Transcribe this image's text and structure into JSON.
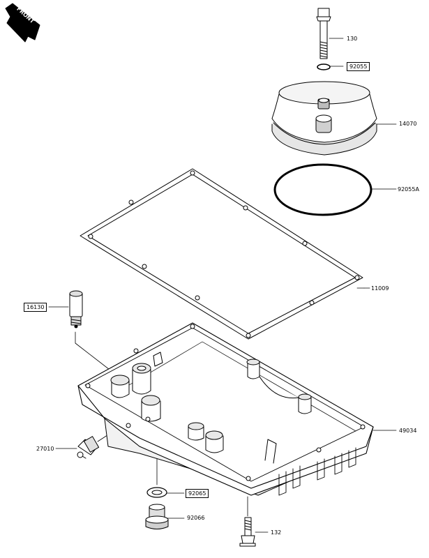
{
  "front_arrow": {
    "text": "FRONT",
    "icon": "front-direction-arrow-icon"
  },
  "parts": {
    "p130": {
      "label": "130"
    },
    "p92055": {
      "label": "92055"
    },
    "p14070": {
      "label": "14070"
    },
    "p92055A": {
      "label": "92055A"
    },
    "p11009": {
      "label": "11009"
    },
    "p16130": {
      "label": "16130"
    },
    "p49034": {
      "label": "49034"
    },
    "p27010": {
      "label": "27010"
    },
    "p92065": {
      "label": "92065"
    },
    "p92066": {
      "label": "92066"
    },
    "p132": {
      "label": "132"
    }
  }
}
